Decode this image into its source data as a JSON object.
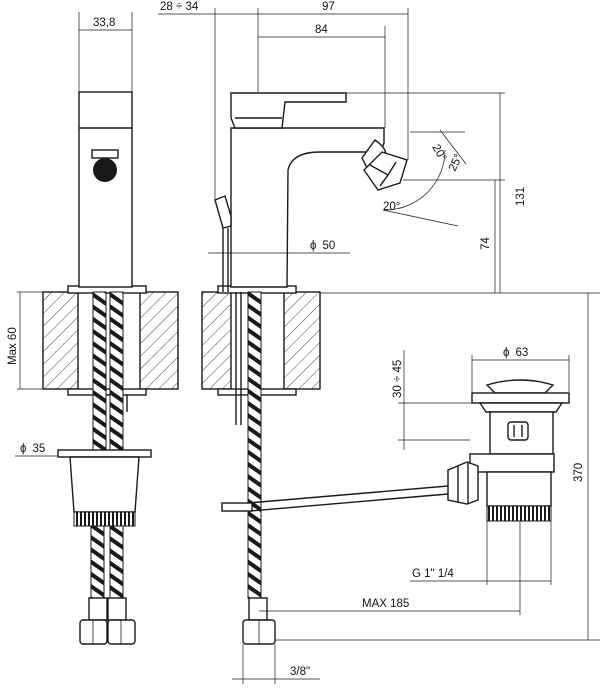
{
  "dimensions": {
    "width_side": "33,8",
    "offset_range": "28  ÷ 34",
    "spout_reach_total": "97",
    "spout_reach": "84",
    "angle_a": "20°",
    "angle_b": "25°",
    "angle_c": "20°",
    "height_total": "131",
    "height_spout": "74",
    "base_dia": "50",
    "max_deck": "Max 60",
    "shank_dia": "35",
    "waste_dia": "63",
    "waste_range": "30 ÷ 45",
    "waste_height": "370",
    "waste_thread": "G 1\" 1/4",
    "rod_max": "MAX 185",
    "hose_thread": "3/8\""
  },
  "symbols": {
    "diameter": "ϕ"
  }
}
